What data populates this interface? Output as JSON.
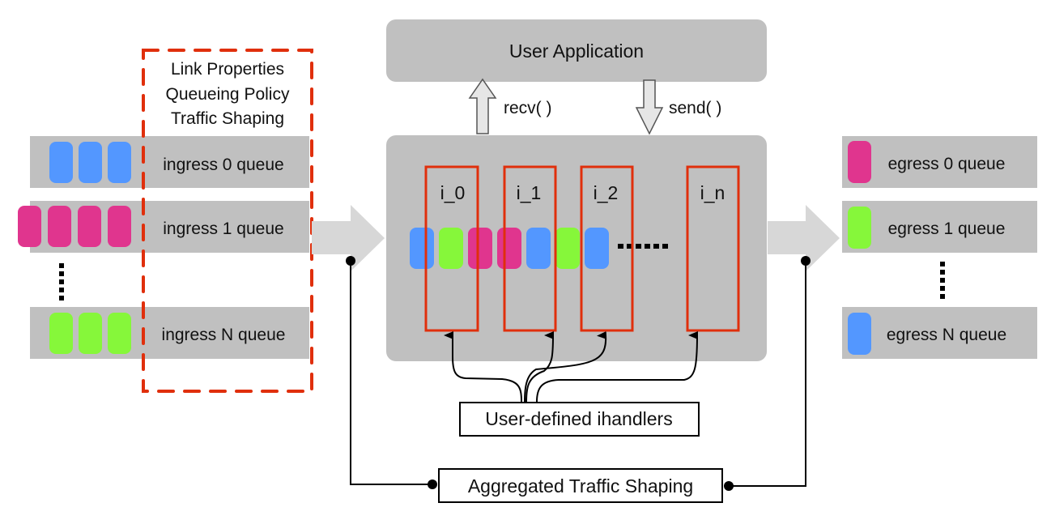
{
  "colors": {
    "blue": "#5397ff",
    "green": "#86f73a",
    "magenta": "#e0358e",
    "gray_box": "#c0c0c0",
    "arrow_gray": "#d7d7d7",
    "red": "#e02f0c"
  },
  "link_properties": {
    "lines": [
      "Link Properties",
      "Queueing Policy",
      "Traffic Shaping"
    ]
  },
  "ingress": [
    {
      "label": "ingress 0 queue",
      "packets": [
        "blue",
        "blue",
        "blue"
      ]
    },
    {
      "label": "ingress 1 queue",
      "packets": [
        "magenta",
        "magenta",
        "magenta",
        "magenta"
      ]
    },
    {
      "label": "ingress N queue",
      "packets": [
        "green",
        "green",
        "green"
      ]
    }
  ],
  "egress": [
    {
      "label": "egress 0 queue",
      "packets": [
        "magenta"
      ]
    },
    {
      "label": "egress 1 queue",
      "packets": [
        "green"
      ]
    },
    {
      "label": "egress N queue",
      "packets": [
        "blue"
      ]
    }
  ],
  "user_application": {
    "label": "User Application"
  },
  "calls": {
    "recv": "recv( )",
    "send": "send( )"
  },
  "handlers": [
    "i_0",
    "i_1",
    "i_2",
    "i_n"
  ],
  "pipeline_packets": [
    "blue",
    "green",
    "magenta",
    "magenta",
    "blue",
    "green",
    "blue"
  ],
  "user_defined": {
    "label": "User-defined ihandlers"
  },
  "aggregated": {
    "label": "Aggregated Traffic Shaping"
  }
}
